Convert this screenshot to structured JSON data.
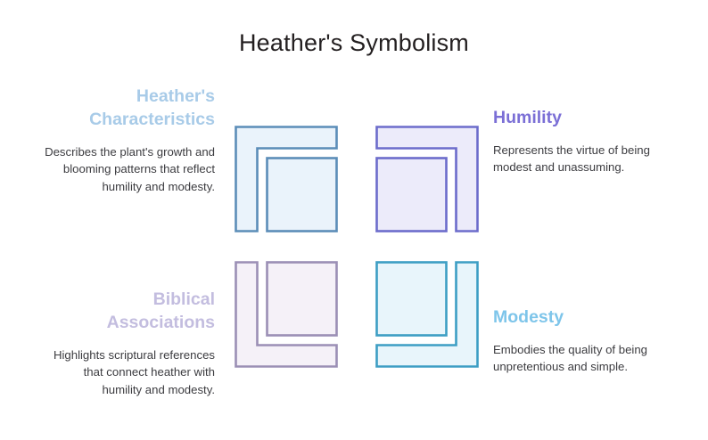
{
  "page": {
    "title": "Heather's Symbolism",
    "background_color": "#ffffff",
    "title_color": "#231f20",
    "body_text_color": "#3c3c40"
  },
  "blocks": [
    {
      "id": "characteristics",
      "heading": "Heather's Characteristics",
      "body": "Describes the plant's growth and blooming patterns that reflect humility and modesty.",
      "heading_color": "#a8cbe8",
      "align": "right",
      "position": "top-left"
    },
    {
      "id": "humility",
      "heading": "Humility",
      "body": "Represents the virtue of being modest and unassuming.",
      "heading_color": "#7b6fd6",
      "align": "left",
      "position": "top-right"
    },
    {
      "id": "biblical",
      "heading": "Biblical Associations",
      "body": "Highlights scriptural references that connect heather with humility and modesty.",
      "heading_color": "#c3bddf",
      "align": "right",
      "position": "bottom-left"
    },
    {
      "id": "modesty",
      "heading": "Modesty",
      "body": "Embodies the quality of being unpretentious and simple.",
      "heading_color": "#7ec5ea",
      "align": "left",
      "position": "bottom-right"
    }
  ],
  "graphics": [
    {
      "id": "graphic-top-left",
      "icon": "bracket-corner-top-left-with-square",
      "stroke": "#5b8db8",
      "fill": "#eaf3fb",
      "corner": "top-left",
      "square_corner": "bottom-right"
    },
    {
      "id": "graphic-top-right",
      "icon": "bracket-corner-top-right-with-square",
      "stroke": "#6c6ccb",
      "fill": "#ecebfa",
      "corner": "top-right",
      "square_corner": "bottom-left"
    },
    {
      "id": "graphic-bottom-left",
      "icon": "bracket-corner-bottom-left-with-square",
      "stroke": "#9b8fb5",
      "fill": "#f5f1f8",
      "corner": "bottom-left",
      "square_corner": "top-right"
    },
    {
      "id": "graphic-bottom-right",
      "icon": "bracket-corner-bottom-right-with-square",
      "stroke": "#3d9ec4",
      "fill": "#e8f5fb",
      "corner": "bottom-right",
      "square_corner": "top-left"
    }
  ]
}
